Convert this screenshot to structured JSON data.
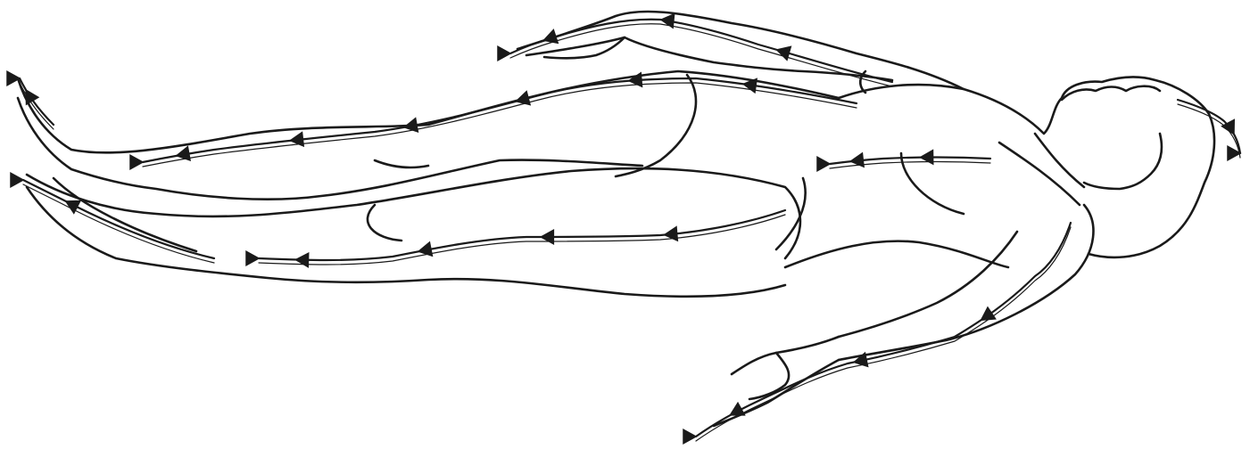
{
  "figure": {
    "subject": "reclining-human-figure",
    "line_color": "#1a1a1a",
    "background_color": "#ffffff",
    "arrow_direction": "toward-extremities",
    "flow_paths": [
      "upper-arm-flow",
      "upper-leg-flow",
      "lower-leg-flow",
      "torso-flow",
      "lower-arm-flow",
      "head-flow"
    ]
  }
}
